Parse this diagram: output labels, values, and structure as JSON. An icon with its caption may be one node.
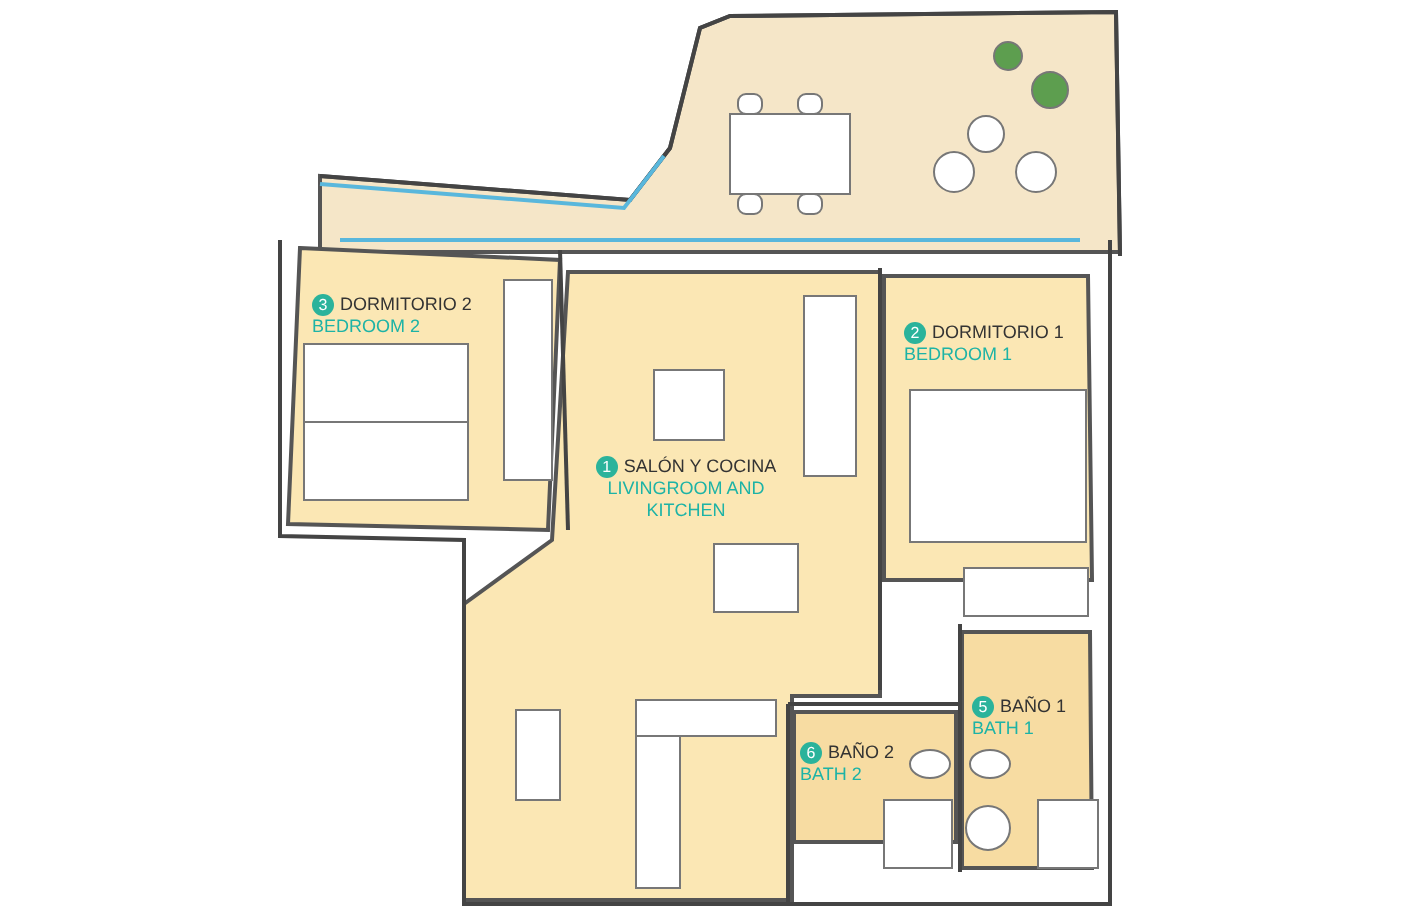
{
  "diagram": {
    "nodes": [
      {
        "text": [],
        "shape": "box"
      },
      {
        "text": [
          "3",
          "DORMITORIO 2",
          "BEDROOM 2"
        ]
      },
      {
        "text": [
          "2",
          "DORMITORIO 1",
          "BEDROOM 1"
        ]
      },
      {
        "text": [
          "1",
          "SALÓN Y COCINA",
          "LIVINGROOM AND KITCHEN"
        ]
      },
      {
        "text": [
          "5",
          "BAÑO 1",
          "BATH 1"
        ]
      },
      {
        "text": [
          "6",
          "BAÑO 2",
          "BATH 2"
        ]
      }
    ]
  }
}
